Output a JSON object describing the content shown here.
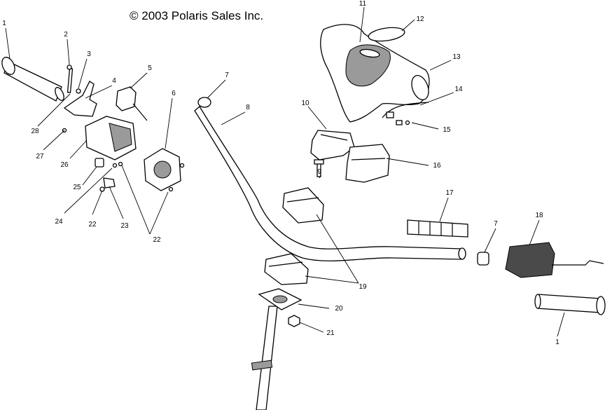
{
  "copyright": "© 2003 Polaris Sales Inc.",
  "callouts": {
    "c1a": "1",
    "c2": "2",
    "c3": "3",
    "c4": "4",
    "c5": "5",
    "c6": "6",
    "c7a": "7",
    "c8": "8",
    "c9": "9",
    "c10": "10",
    "c11": "11",
    "c12": "12",
    "c13": "13",
    "c14": "14",
    "c15": "15",
    "c16": "16",
    "c17": "17",
    "c7b": "7",
    "c18": "18",
    "c19": "19",
    "c20": "20",
    "c21": "21",
    "c1b": "1",
    "c22a": "22",
    "c23": "23",
    "c24": "24",
    "c25": "25",
    "c26": "26",
    "c27": "27",
    "c28": "28",
    "c22b": "22"
  }
}
